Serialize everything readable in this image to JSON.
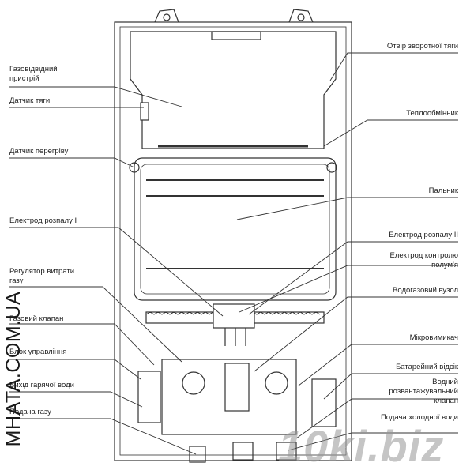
{
  "labels_left": [
    {
      "id": "gas-outlet-device",
      "text": "Газовідвідний пристрій"
    },
    {
      "id": "draft-sensor",
      "text": "Датчик тяги"
    },
    {
      "id": "overheat-sensor",
      "text": "Датчик перегріву"
    },
    {
      "id": "ignition-electrode-1",
      "text": "Електрод розпалу I"
    },
    {
      "id": "gas-flow-regulator",
      "text": "Регулятор витрати газу"
    },
    {
      "id": "gas-valve",
      "text": "Газовий клапан"
    },
    {
      "id": "control-unit",
      "text": "Блок управління"
    },
    {
      "id": "hot-water-outlet",
      "text": "Вихід гарячої води"
    },
    {
      "id": "gas-supply",
      "text": "Подача газу"
    }
  ],
  "labels_right": [
    {
      "id": "return-draft-opening",
      "text": "Отвір зворотної тяги"
    },
    {
      "id": "heat-exchanger",
      "text": "Теплообмінник"
    },
    {
      "id": "burner",
      "text": "Пальник"
    },
    {
      "id": "ignition-electrode-2",
      "text": "Електрод розпалу II"
    },
    {
      "id": "flame-control-electrode",
      "text": "Електрод контролю полум'я"
    },
    {
      "id": "water-gas-unit",
      "text": "Водогазовий вузол"
    },
    {
      "id": "microswitch",
      "text": "Мікровимикач"
    },
    {
      "id": "battery-compartment",
      "text": "Батарейний відсік"
    },
    {
      "id": "water-relief-valve",
      "text": "Водний розвантажувальний клапан"
    },
    {
      "id": "cold-water-supply",
      "text": "Подача холодної води"
    }
  ],
  "site_text": "MHATA.COM.UA",
  "watermark": "10ki.biz",
  "colors": {
    "line": "#333333",
    "text": "#222222"
  }
}
